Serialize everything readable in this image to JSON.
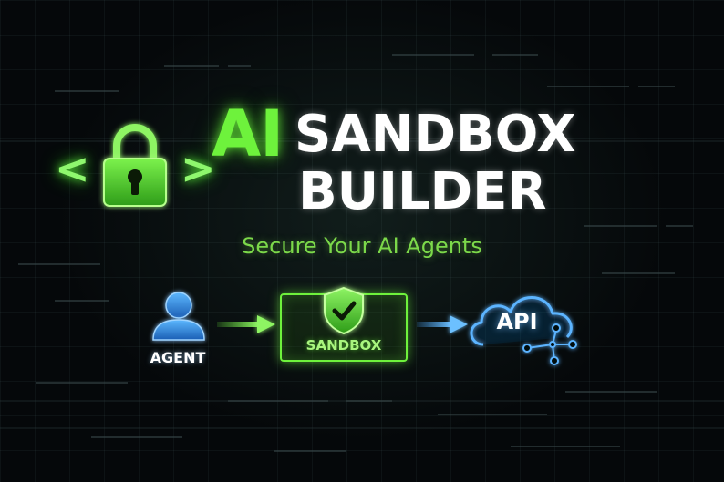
{
  "hero": {
    "title_accent": "AI",
    "title_line1": "SANDBOX",
    "title_line2": "BUILDER",
    "tagline": "Secure Your AI Agents",
    "bracket_left": "<",
    "bracket_right": ">",
    "icon": "padlock-icon"
  },
  "flow": {
    "agent": {
      "label": "AGENT",
      "icon": "user-icon"
    },
    "sandbox": {
      "label": "SANDBOX",
      "icon": "shield-check-icon"
    },
    "api": {
      "label": "API",
      "icon": "cloud-network-icon"
    }
  },
  "colors": {
    "accent_green": "#6ef23c",
    "accent_blue": "#4aa8ff",
    "background": "#05080a",
    "text_white": "#ffffff"
  }
}
